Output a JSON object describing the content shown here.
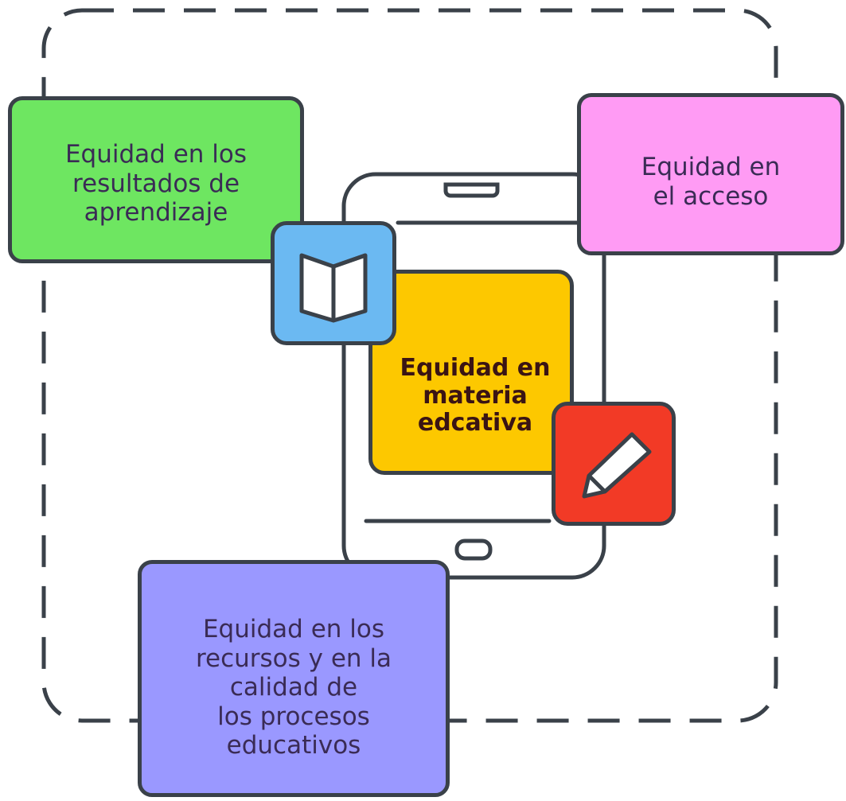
{
  "diagram": {
    "title": "",
    "center_label": "Equidad en\nmateria\nedcativa",
    "boxes": {
      "results": {
        "label": "Equidad en los\nresultados de\naprendizaje",
        "color": "#6ee661"
      },
      "access": {
        "label": "Equidad en\nel acceso",
        "color": "#ff9bf4"
      },
      "resources": {
        "label": "Equidad en los\nrecursos y en la\ncalidad de\nlos procesos\neducativos",
        "color": "#9a98ff"
      },
      "center": {
        "color": "#fdc800"
      }
    },
    "icons": {
      "book": {
        "name": "book-icon",
        "color": "#6bb9f2"
      },
      "pencil": {
        "name": "pencil-icon",
        "color": "#f23a26"
      }
    },
    "outline_color": "#3a4149"
  }
}
